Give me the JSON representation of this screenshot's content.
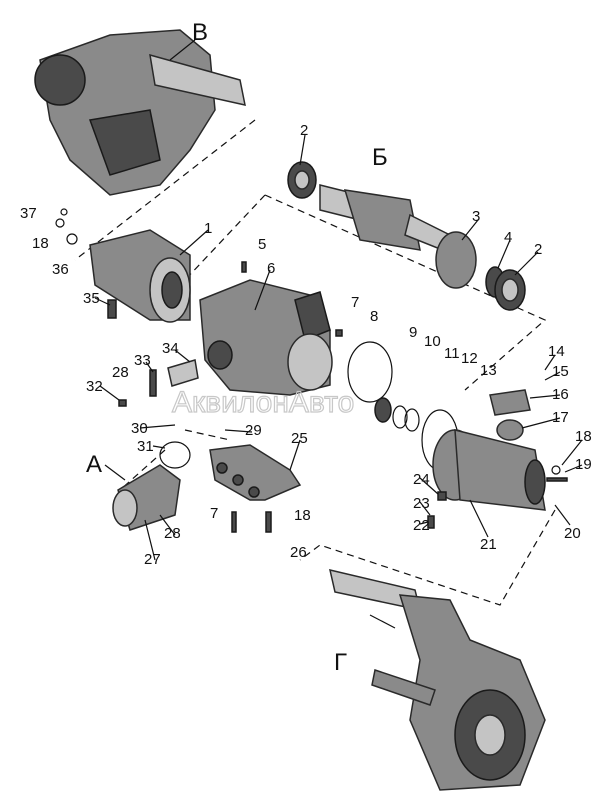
{
  "assembly_letters": {
    "V": "В",
    "B": "Б",
    "A": "А",
    "G": "Г"
  },
  "watermark": "АквилонАвто",
  "callouts": {
    "c1": "1",
    "c2a": "2",
    "c2b": "2",
    "c3": "3",
    "c4": "4",
    "c5": "5",
    "c6": "6",
    "c7a": "7",
    "c7b": "7",
    "c8": "8",
    "c9": "9",
    "c10": "10",
    "c11": "11",
    "c12": "12",
    "c13": "13",
    "c14": "14",
    "c15": "15",
    "c16": "16",
    "c17": "17",
    "c18a": "18",
    "c18b": "18",
    "c18c": "18",
    "c19": "19",
    "c20": "20",
    "c21": "21",
    "c22": "22",
    "c23": "23",
    "c24": "24",
    "c25": "25",
    "c26": "26",
    "c27": "27",
    "c28a": "28",
    "c28b": "28",
    "c29": "29",
    "c30": "30",
    "c31": "31",
    "c32": "32",
    "c33": "33",
    "c34": "34",
    "c35": "35",
    "c36": "36",
    "c37": "37"
  }
}
